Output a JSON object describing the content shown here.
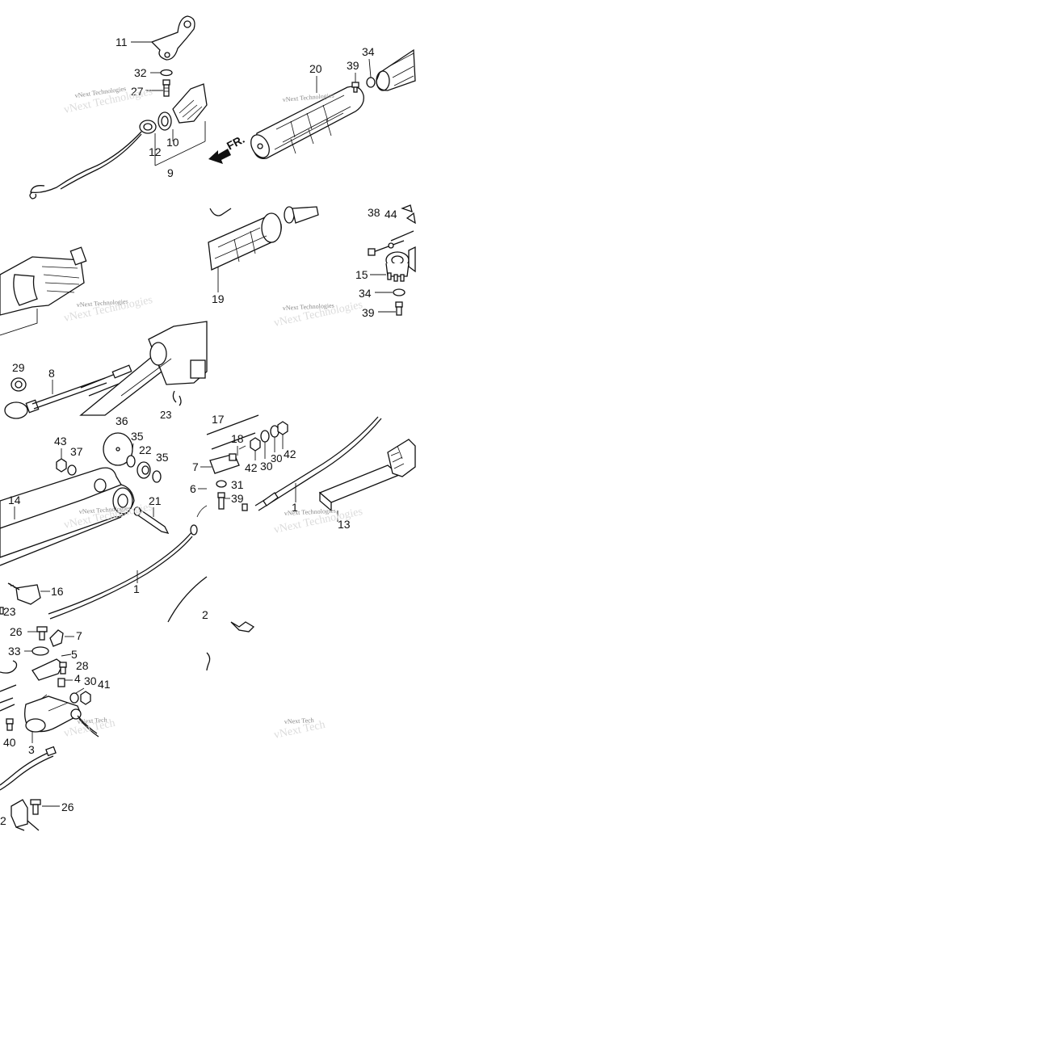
{
  "watermark": "vNext Technologies",
  "watermark_partial": "vNext Tech",
  "direction_label": "FR.",
  "callouts": {
    "c11": "11",
    "c32": "32",
    "c27": "27",
    "c12": "12",
    "c10": "10",
    "c9": "9",
    "c20": "20",
    "c39a": "39",
    "c34a": "34",
    "c38": "38",
    "c44": "44",
    "c15": "15",
    "c34b": "34",
    "c39b": "39",
    "c19": "19",
    "c29": "29",
    "c8": "8",
    "c43": "43",
    "c37": "37",
    "c36": "36",
    "c35a": "35",
    "c22": "22",
    "c35b": "35",
    "c14": "14",
    "c21": "21",
    "c16": "16",
    "c1a": "1",
    "c23": "23",
    "c17": "17",
    "c18": "18",
    "c7a": "7",
    "c42a": "42",
    "c30a": "30",
    "c42b": "42",
    "c6": "6",
    "c31": "31",
    "c39c": "39",
    "c1b": "1",
    "c13": "13",
    "c26a": "26",
    "c7b": "7",
    "c33": "33",
    "c5": "5",
    "c28": "28",
    "c4": "4",
    "c30b": "30",
    "c41": "41",
    "c40": "40",
    "c3": "3",
    "c26b": "26",
    "c2a": "2",
    "c2b": "2"
  }
}
